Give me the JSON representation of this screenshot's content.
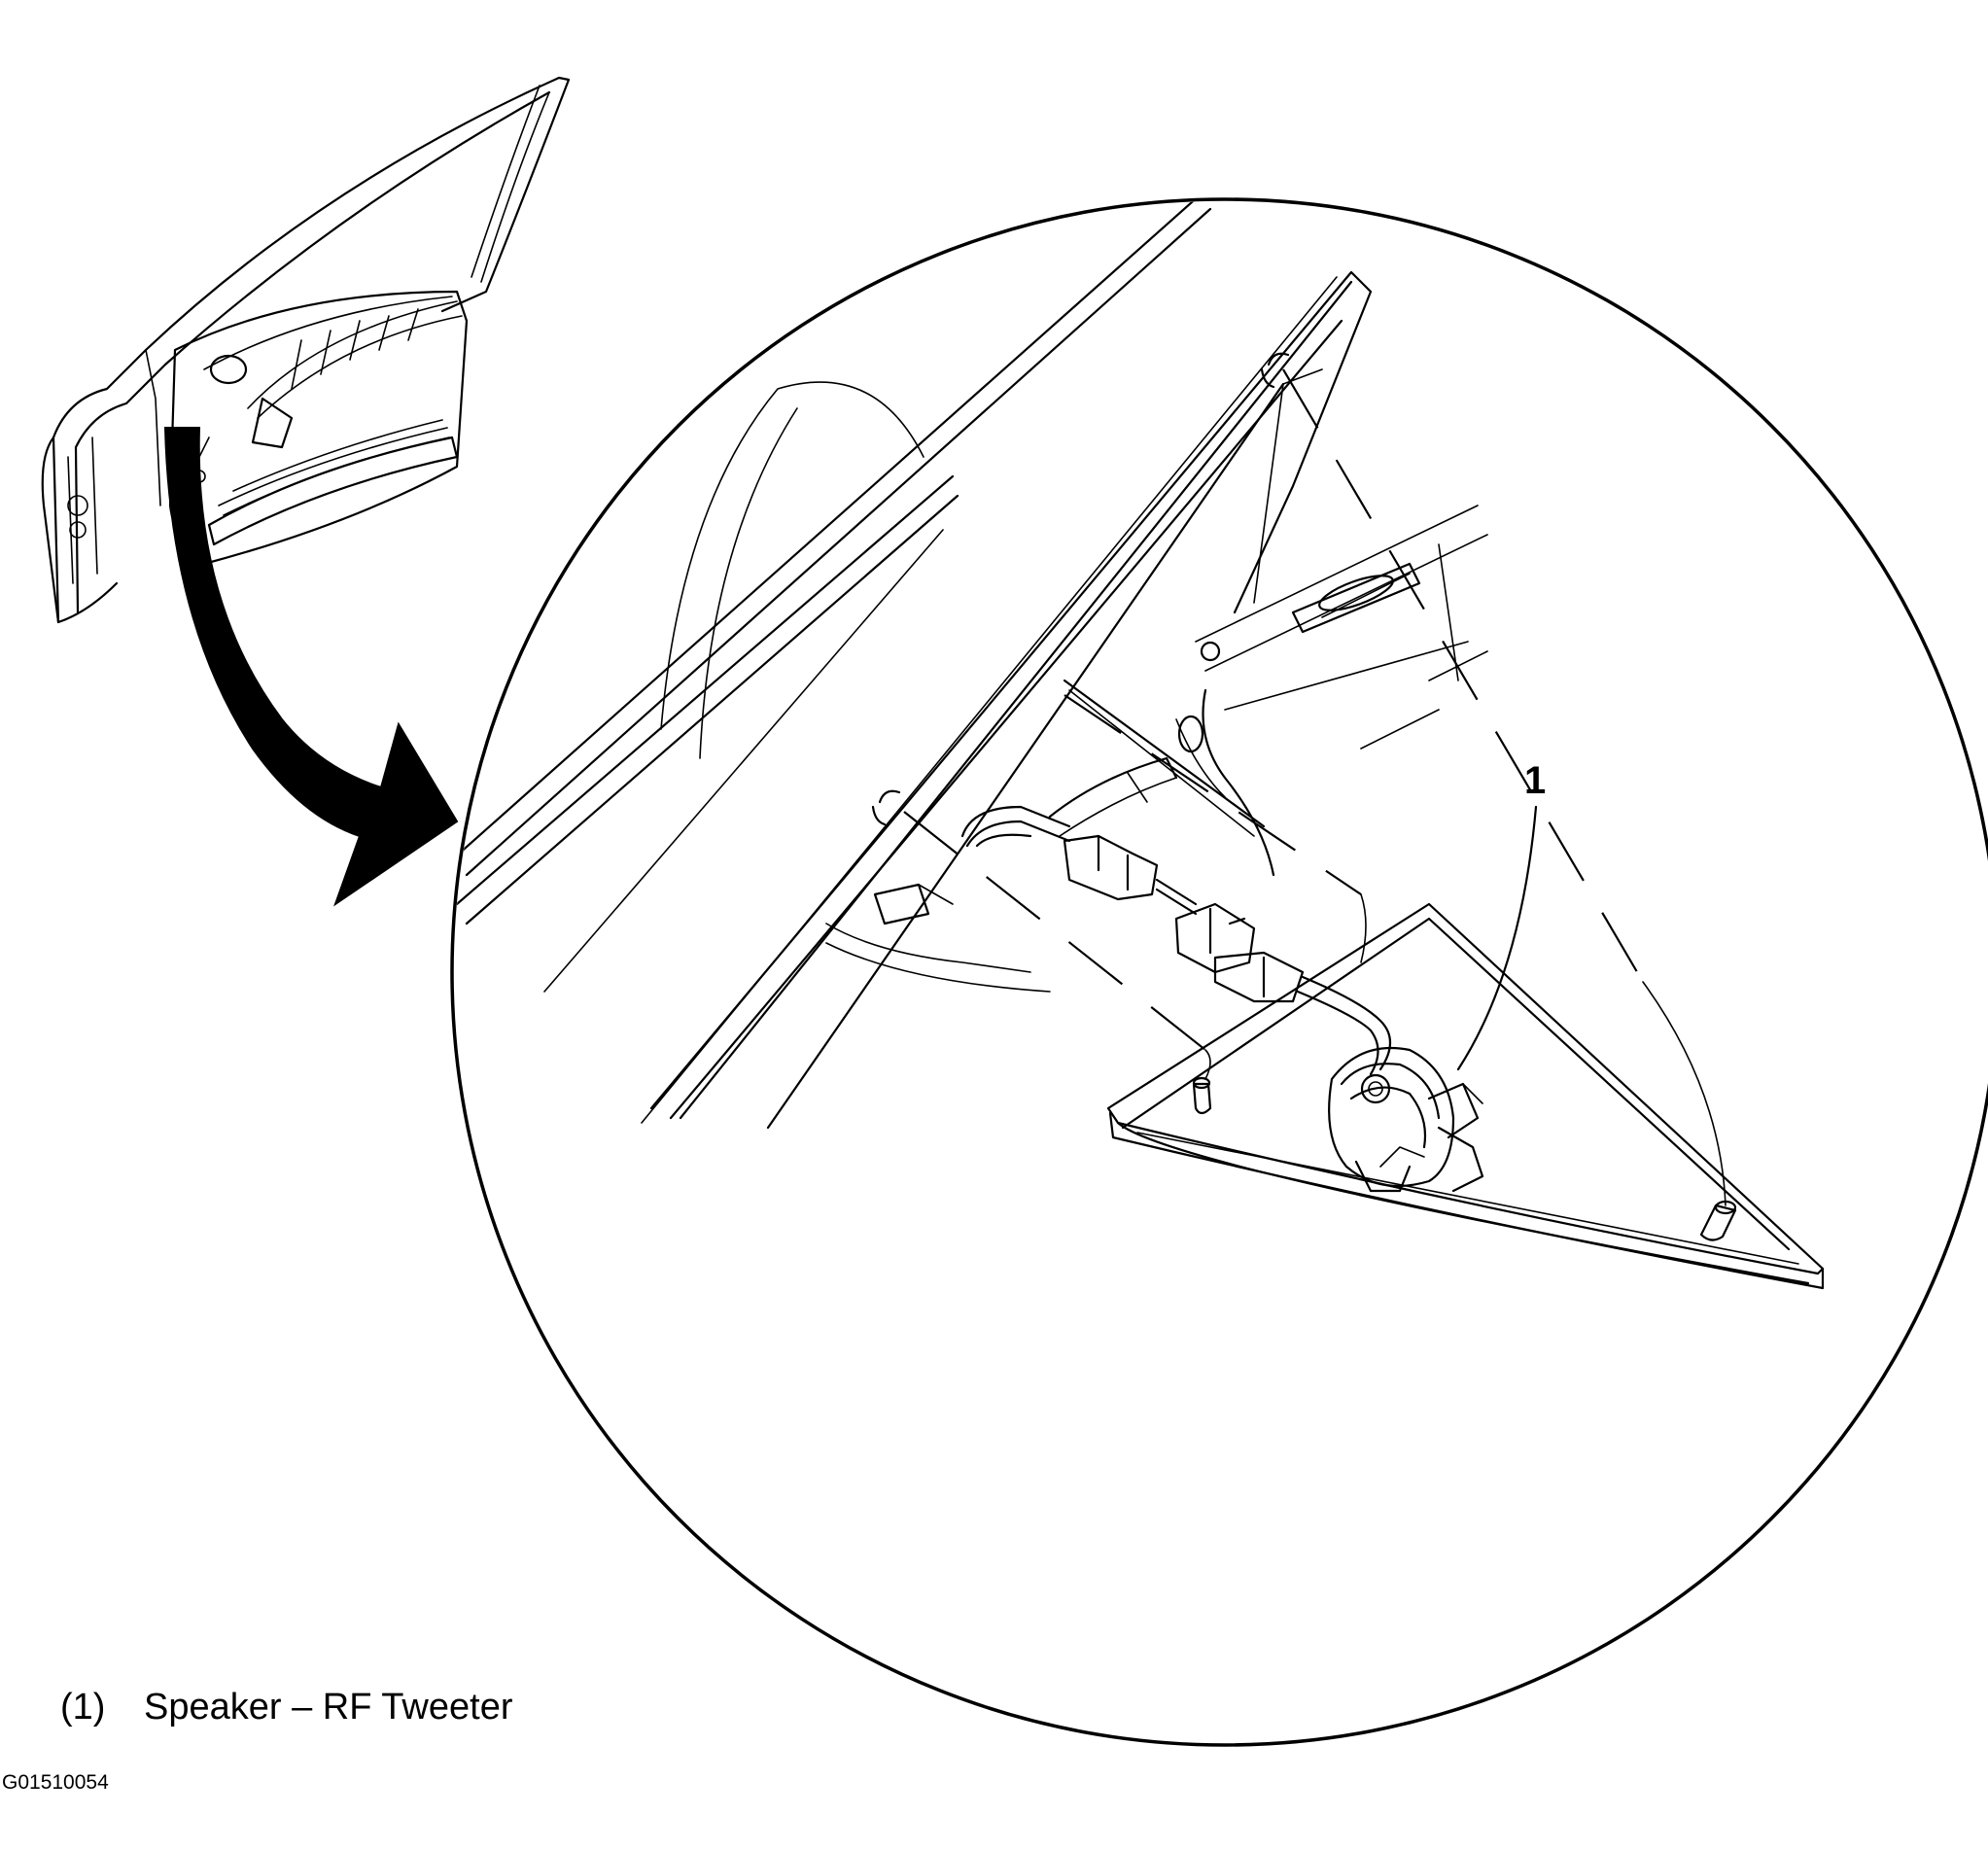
{
  "callout": {
    "number": "1"
  },
  "legend": [
    {
      "number": "(1)",
      "label": "Speaker – RF Tweeter"
    }
  ],
  "figure_id": "G01510054",
  "icons": [
    "front-door-overview",
    "detail-pointer-arrow",
    "detail-magnifier-circle",
    "rf-tweeter-speaker",
    "sail-panel-trim",
    "wire-harness-connector"
  ]
}
